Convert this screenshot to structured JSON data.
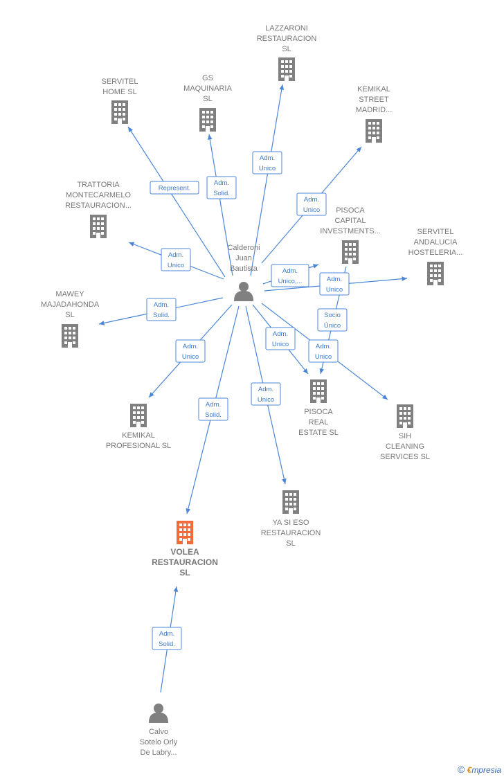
{
  "colors": {
    "edge": "#4a86d8",
    "building": "#808080",
    "highlight": "#f26b3a",
    "person": "#808080"
  },
  "nodes": [
    {
      "id": "lazzaroni",
      "kind": "building",
      "lines": [
        "LAZZARONI",
        "RESTAURACION",
        "SL"
      ]
    },
    {
      "id": "servitel-home",
      "kind": "building",
      "lines": [
        "SERVITEL",
        "HOME  SL"
      ]
    },
    {
      "id": "gs-maquinaria",
      "kind": "building",
      "lines": [
        "GS",
        "MAQUINARIA",
        "SL"
      ]
    },
    {
      "id": "kemikal-street",
      "kind": "building",
      "lines": [
        "KEMIKAL",
        "STREET",
        "MADRID..."
      ]
    },
    {
      "id": "trattoria",
      "kind": "building",
      "lines": [
        "TRATTORIA",
        "MONTECARMELO",
        "RESTAURACION..."
      ]
    },
    {
      "id": "pisoca-capital",
      "kind": "building",
      "lines": [
        "PISOCA",
        "CAPITAL",
        "INVESTMENTS..."
      ]
    },
    {
      "id": "servitel-andalucia",
      "kind": "building",
      "lines": [
        "SERVITEL",
        "ANDALUCIA",
        "HOSTELERIA..."
      ]
    },
    {
      "id": "calderoni",
      "kind": "person",
      "lines": [
        "Calderoni",
        "Juan",
        "Bautista"
      ]
    },
    {
      "id": "mawey",
      "kind": "building",
      "lines": [
        "MAWEY",
        "MAJADAHONDA",
        "SL"
      ]
    },
    {
      "id": "kemikal-profesional",
      "kind": "building",
      "lines": [
        "KEMIKAL",
        "PROFESIONAL SL"
      ]
    },
    {
      "id": "pisoca-real",
      "kind": "building",
      "lines": [
        "PISOCA",
        "REAL",
        "ESTATE  SL"
      ]
    },
    {
      "id": "sih-cleaning",
      "kind": "building",
      "lines": [
        "SIH",
        "CLEANING",
        "SERVICES  SL"
      ]
    },
    {
      "id": "ya-si-eso",
      "kind": "building",
      "lines": [
        "YA SI ESO",
        "RESTAURACION",
        "SL"
      ]
    },
    {
      "id": "volea",
      "kind": "building-main",
      "lines": [
        "VOLEA",
        "RESTAURACION",
        "SL"
      ]
    },
    {
      "id": "calvo",
      "kind": "person",
      "lines": [
        "Calvo",
        "Sotelo Orly",
        "De Labry..."
      ]
    }
  ],
  "edges": [
    {
      "id": "e-servitel-home",
      "label": [
        "Represent."
      ]
    },
    {
      "id": "e-gs",
      "label": [
        "Adm.",
        "Solid."
      ]
    },
    {
      "id": "e-lazzaroni",
      "label": [
        "Adm.",
        "Unico"
      ]
    },
    {
      "id": "e-kemikal-street",
      "label": [
        "Adm.",
        "Unico"
      ]
    },
    {
      "id": "e-trattoria",
      "label": [
        "Adm.",
        "Unico"
      ]
    },
    {
      "id": "e-pisoca-capital",
      "label": [
        "Adm.",
        "Unico,..."
      ]
    },
    {
      "id": "e-servitel-andalucia",
      "label": [
        "Adm.",
        "Unico"
      ]
    },
    {
      "id": "e-mawey",
      "label": [
        "Adm.",
        "Solid."
      ]
    },
    {
      "id": "e-kemikal-prof",
      "label": [
        "Adm.",
        "Unico"
      ]
    },
    {
      "id": "e-volea",
      "label": [
        "Adm.",
        "Solid."
      ]
    },
    {
      "id": "e-ya-si-eso",
      "label": [
        "Adm.",
        "Unico"
      ]
    },
    {
      "id": "e-pisoca-real",
      "label": [
        "Adm.",
        "Unico"
      ]
    },
    {
      "id": "e-sih",
      "label": [
        "Adm.",
        "Unico"
      ]
    },
    {
      "id": "e-socio",
      "label": [
        "Socio",
        "Único"
      ]
    },
    {
      "id": "e-calvo",
      "label": [
        "Adm.",
        "Solid."
      ]
    }
  ],
  "footer": {
    "copyright": "©",
    "brand_e": "€",
    "brand_rest": "mpresia"
  }
}
